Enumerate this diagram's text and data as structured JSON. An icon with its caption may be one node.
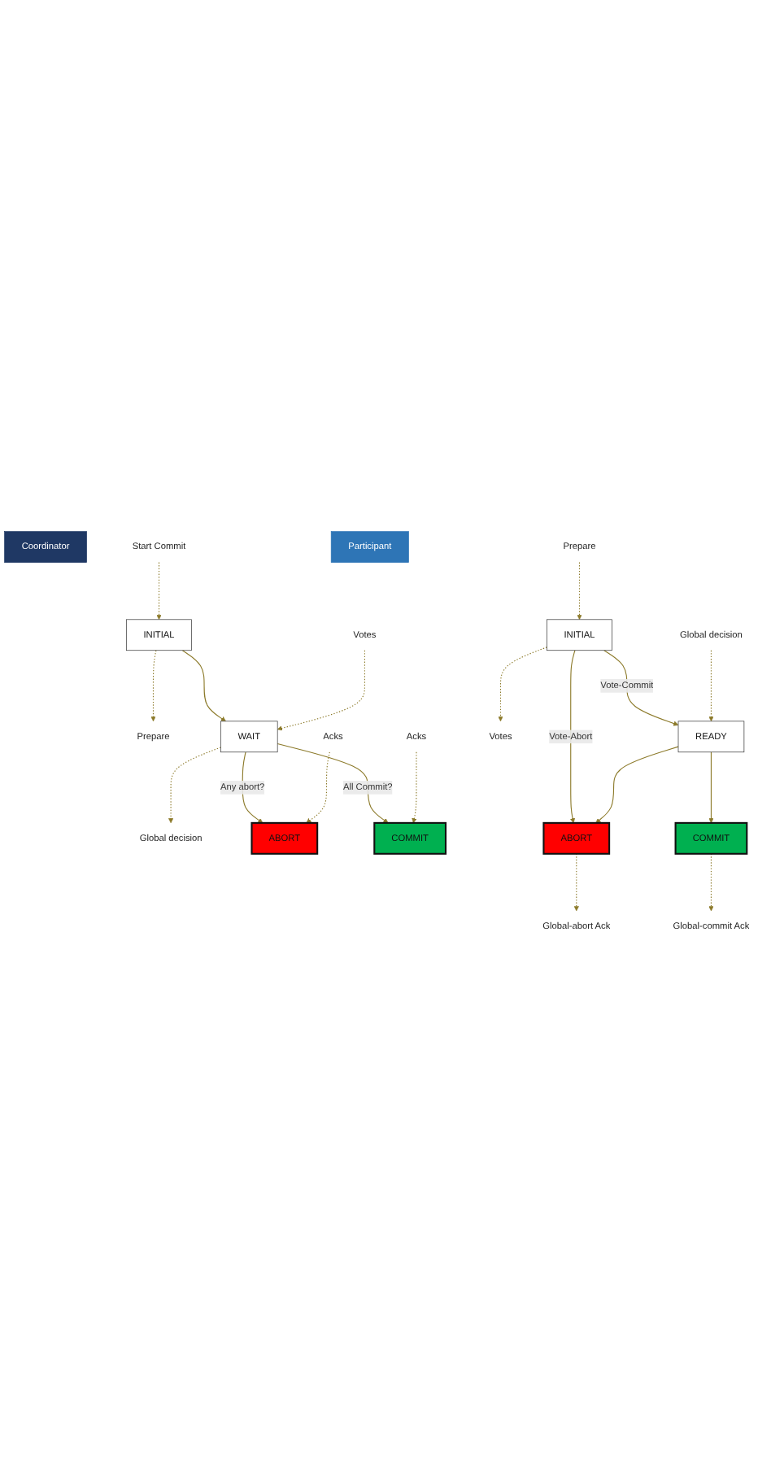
{
  "diagram": {
    "nodes": [
      {
        "text": [
          "Coordinator"
        ]
      },
      {
        "text": [
          "Start Commit"
        ]
      },
      {
        "text": [
          "INITIAL"
        ]
      },
      {
        "text": [
          "Prepare"
        ]
      },
      {
        "text": [
          "Global decision"
        ]
      },
      {
        "text": [
          "WAIT"
        ]
      },
      {
        "text": [
          "Votes"
        ]
      },
      {
        "text": [
          "Acks"
        ]
      },
      {
        "text": [
          "ABORT"
        ]
      },
      {
        "text": [
          "COMMIT"
        ]
      },
      {
        "text": [
          "Acks"
        ]
      },
      {
        "text": [
          "Participant"
        ]
      },
      {
        "text": [
          "Prepare"
        ]
      },
      {
        "text": [
          "Votes"
        ]
      },
      {
        "text": [
          "INITIAL"
        ]
      },
      {
        "text": [
          "READY"
        ]
      },
      {
        "text": [
          "Global decision"
        ]
      },
      {
        "text": [
          "Global-abort Ack"
        ]
      },
      {
        "text": [
          "ABORT"
        ]
      },
      {
        "text": [
          "COMMIT"
        ]
      },
      {
        "text": [
          "Global-commit Ack"
        ]
      }
    ],
    "edges": [
      {
        "from": 1,
        "to": 2,
        "arrow": "to",
        "style": "dashed"
      },
      {
        "from": 2,
        "to": 3,
        "arrow": "to",
        "style": "dashed"
      },
      {
        "from": 2,
        "to": 5,
        "arrow": "to"
      },
      {
        "from": 5,
        "to": 4,
        "arrow": "to",
        "style": "dashed"
      },
      {
        "from": 6,
        "to": 5,
        "arrow": "to",
        "style": "dashed"
      },
      {
        "from": 5,
        "to": 8,
        "arrow": "to",
        "label": "Any abort?"
      },
      {
        "from": 5,
        "to": 9,
        "arrow": "to",
        "label": "All Commit?"
      },
      {
        "from": 7,
        "to": 8,
        "arrow": "to",
        "style": "dashed"
      },
      {
        "from": 10,
        "to": 9,
        "arrow": "to",
        "style": "dashed"
      },
      {
        "from": 12,
        "to": 14,
        "arrow": "to",
        "style": "dashed"
      },
      {
        "from": 14,
        "to": 13,
        "arrow": "to",
        "style": "dashed"
      },
      {
        "from": 14,
        "to": 15,
        "arrow": "to",
        "label": "Vote-Commit"
      },
      {
        "from": 14,
        "to": 18,
        "arrow": "to",
        "label": "Vote-Abort"
      },
      {
        "from": 16,
        "to": 15,
        "arrow": "to",
        "style": "dashed"
      },
      {
        "from": 15,
        "to": 18,
        "arrow": "to"
      },
      {
        "from": 15,
        "to": 19,
        "arrow": "to"
      },
      {
        "from": 18,
        "to": 17,
        "arrow": "to",
        "style": "dashed"
      },
      {
        "from": 19,
        "to": 20,
        "arrow": "to",
        "style": "dashed"
      }
    ]
  }
}
